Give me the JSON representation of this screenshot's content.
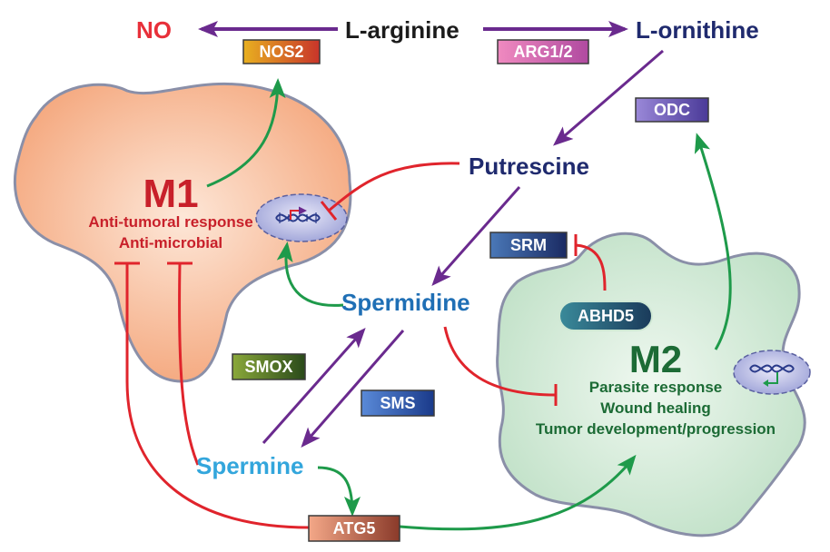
{
  "metabolites": {
    "no": "NO",
    "l_arginine": "L-arginine",
    "l_ornithine": "L-ornithine",
    "putrescine": "Putrescine",
    "spermidine": "Spermidine",
    "spermine": "Spermine"
  },
  "enzymes": {
    "nos2": "NOS2",
    "arg12": "ARG1/2",
    "odc": "ODC",
    "srm": "SRM",
    "smox": "SMOX",
    "sms": "SMS",
    "atg5": "ATG5",
    "abhd5": "ABHD5"
  },
  "m1": {
    "title": "M1",
    "line1": "Anti-tumoral response",
    "line2": "Anti-microbial"
  },
  "m2": {
    "title": "M2",
    "line1": "Parasite response",
    "line2": "Wound healing",
    "line3": "Tumor development/progression"
  },
  "colors": {
    "purple_arrow": "#6a2a8e",
    "green_arrow": "#1e9a4a",
    "red_inhibit": "#e0242c",
    "no_red": "#e8303a",
    "dark_text": "#1b1b1b",
    "navy_text": "#1f2a6e",
    "spermidine_blue": "#1f6fb5",
    "spermine_cyan": "#33a6dc",
    "m1_red": "#c8202a",
    "m2_green": "#1c6b35",
    "m1_cell_fill": "#f6b18a",
    "m2_cell_fill": "#cfe8d4",
    "cell_outline": "#8a8fa8"
  },
  "icons": {
    "m1_nucleus": "dna-nucleus-icon",
    "m2_nucleus": "dna-nucleus-icon"
  }
}
